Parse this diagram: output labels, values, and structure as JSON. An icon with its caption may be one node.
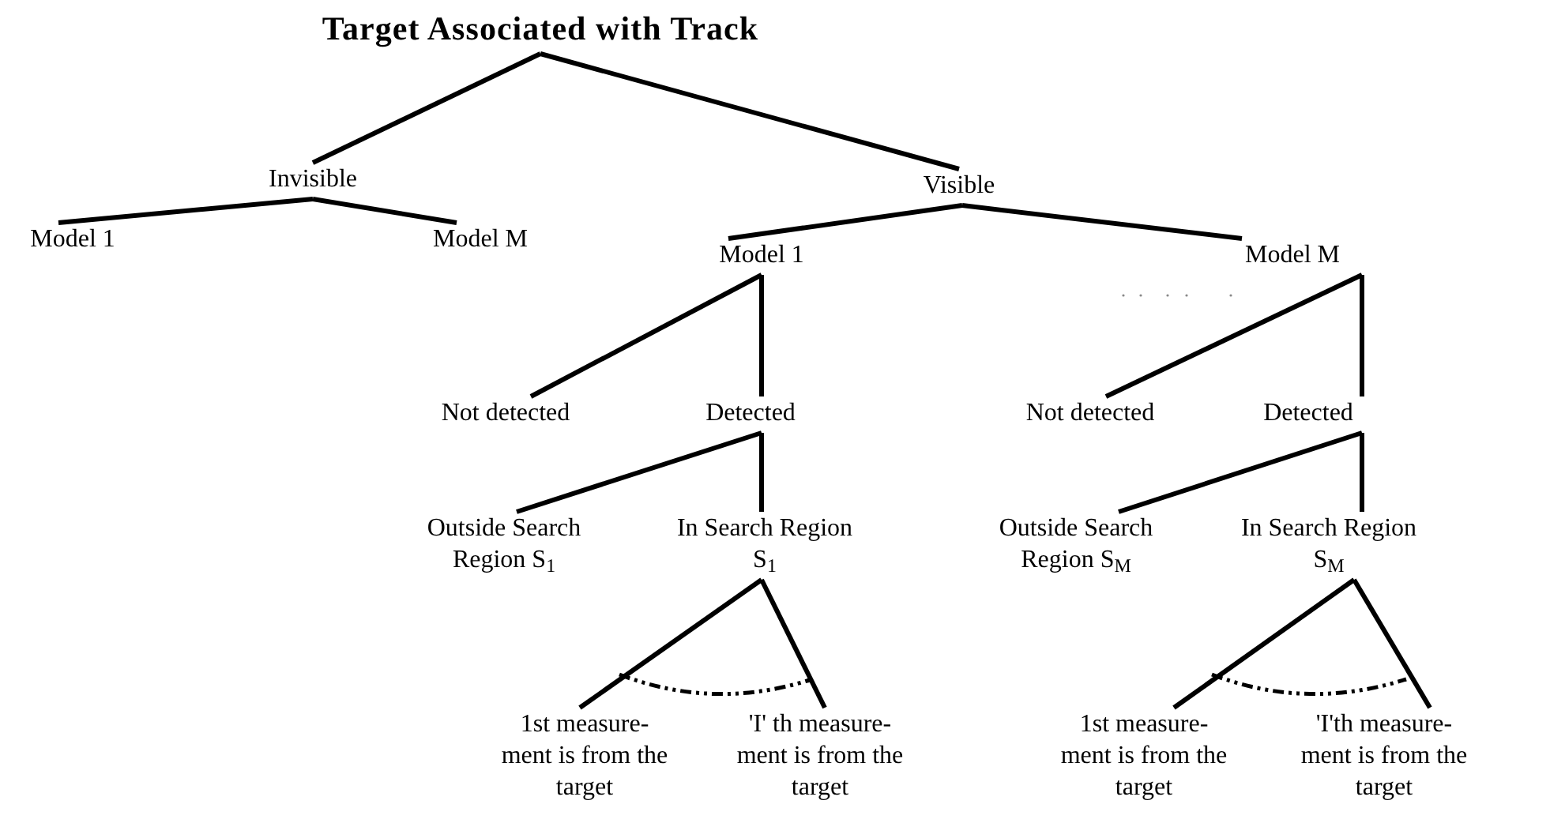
{
  "diagram": {
    "nodes": [
      {
        "text": [
          "Target Associated with Track"
        ]
      },
      {
        "text": [
          "Invisible"
        ]
      },
      {
        "text": [
          "Visible"
        ]
      },
      {
        "text": [
          "Model 1"
        ]
      },
      {
        "text": [
          "Model M"
        ]
      },
      {
        "text": [
          "Model 1"
        ]
      },
      {
        "text": [
          "Model M"
        ]
      },
      {
        "text": [
          "Not detected"
        ]
      },
      {
        "text": [
          "Detected"
        ]
      },
      {
        "text": [
          "Not detected"
        ]
      },
      {
        "text": [
          "Detected"
        ]
      },
      {
        "text": [
          "Outside Search Region S$_{1}$"
        ]
      },
      {
        "text": [
          "In Search Region S$_{1}$"
        ]
      },
      {
        "text": [
          "Outside Search Region S$_{M}$"
        ]
      },
      {
        "text": [
          "In Search Region S$_{M}$"
        ]
      },
      {
        "text": [
          "1st measure- ment is from the target"
        ]
      },
      {
        "text": [
          "'I' th measure- ment is from the target"
        ]
      },
      {
        "text": [
          "1st measure- ment is from the target"
        ]
      },
      {
        "text": [
          "'I'th measure- ment is from the target"
        ]
      }
    ],
    "edges": [
      {
        "from": 0,
        "to": 1,
        "arrow": "none"
      },
      {
        "from": 0,
        "to": 2,
        "arrow": "none"
      },
      {
        "from": 1,
        "to": 3,
        "arrow": "none"
      },
      {
        "from": 1,
        "to": 4,
        "arrow": "none"
      },
      {
        "from": 2,
        "to": 5,
        "arrow": "none"
      },
      {
        "from": 2,
        "to": 6,
        "arrow": "none"
      },
      {
        "from": 5,
        "to": 7,
        "arrow": "none"
      },
      {
        "from": 5,
        "to": 8,
        "arrow": "none"
      },
      {
        "from": 6,
        "to": 9,
        "arrow": "none"
      },
      {
        "from": 6,
        "to": 10,
        "arrow": "none"
      },
      {
        "from": 8,
        "to": 11,
        "arrow": "none"
      },
      {
        "from": 8,
        "to": 12,
        "arrow": "none"
      },
      {
        "from": 10,
        "to": 13,
        "arrow": "none"
      },
      {
        "from": 10,
        "to": 14,
        "arrow": "none"
      },
      {
        "from": 12,
        "to": 15,
        "arrow": "none"
      },
      {
        "from": 12,
        "to": 16,
        "arrow": "none"
      },
      {
        "from": 14,
        "to": 17,
        "arrow": "none"
      },
      {
        "from": 14,
        "to": 18,
        "arrow": "none"
      }
    ]
  }
}
